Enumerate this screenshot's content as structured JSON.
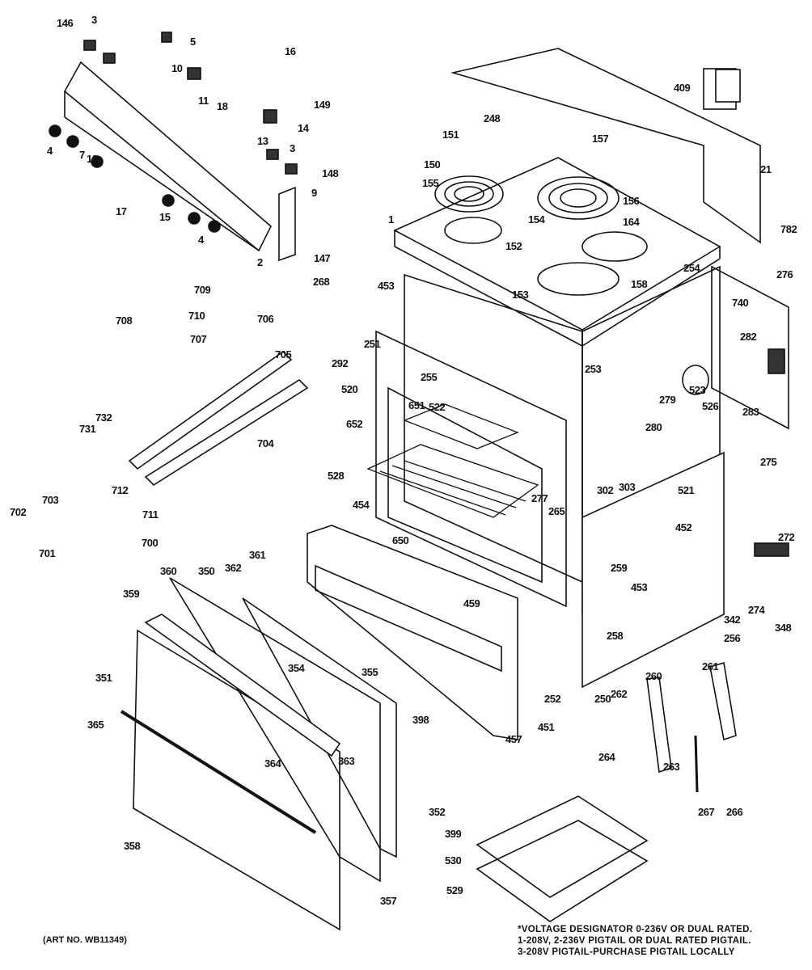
{
  "diagram": {
    "labels": [
      "146",
      "3",
      "5",
      "16",
      "10",
      "11",
      "18",
      "149",
      "14",
      "13",
      "3",
      "148",
      "9",
      "4",
      "7",
      "12",
      "17",
      "15",
      "4",
      "2",
      "147",
      "409",
      "21",
      "248",
      "151",
      "157",
      "150",
      "155",
      "156",
      "154",
      "164",
      "1",
      "152",
      "153",
      "158",
      "254",
      "782",
      "276",
      "740",
      "268",
      "453",
      "709",
      "708",
      "710",
      "707",
      "706",
      "705",
      "251",
      "292",
      "255",
      "253",
      "282",
      "520",
      "651",
      "522",
      "652",
      "523",
      "279",
      "526",
      "283",
      "731",
      "732",
      "704",
      "280",
      "528",
      "303",
      "302",
      "521",
      "275",
      "712",
      "703",
      "702",
      "711",
      "700",
      "454",
      "277",
      "265",
      "650",
      "452",
      "272",
      "701",
      "453",
      "259",
      "361",
      "362",
      "350",
      "360",
      "359",
      "459",
      "342",
      "274",
      "348",
      "258",
      "256",
      "354",
      "355",
      "351",
      "261",
      "260",
      "262",
      "252",
      "250",
      "398",
      "457",
      "451",
      "365",
      "364",
      "363",
      "264",
      "263",
      "266",
      "267",
      "352",
      "399",
      "358",
      "530",
      "529",
      "357"
    ],
    "art_number": "(ART NO. WB11349)",
    "footnote": [
      "*VOLTAGE DESIGNATOR 0-236V OR DUAL RATED.",
      "1-208V, 2-236V  PIGTAIL OR DUAL RATED PIGTAIL.",
      "3-208V  PIGTAIL-PURCHASE PIGTAIL LOCALLY"
    ]
  }
}
